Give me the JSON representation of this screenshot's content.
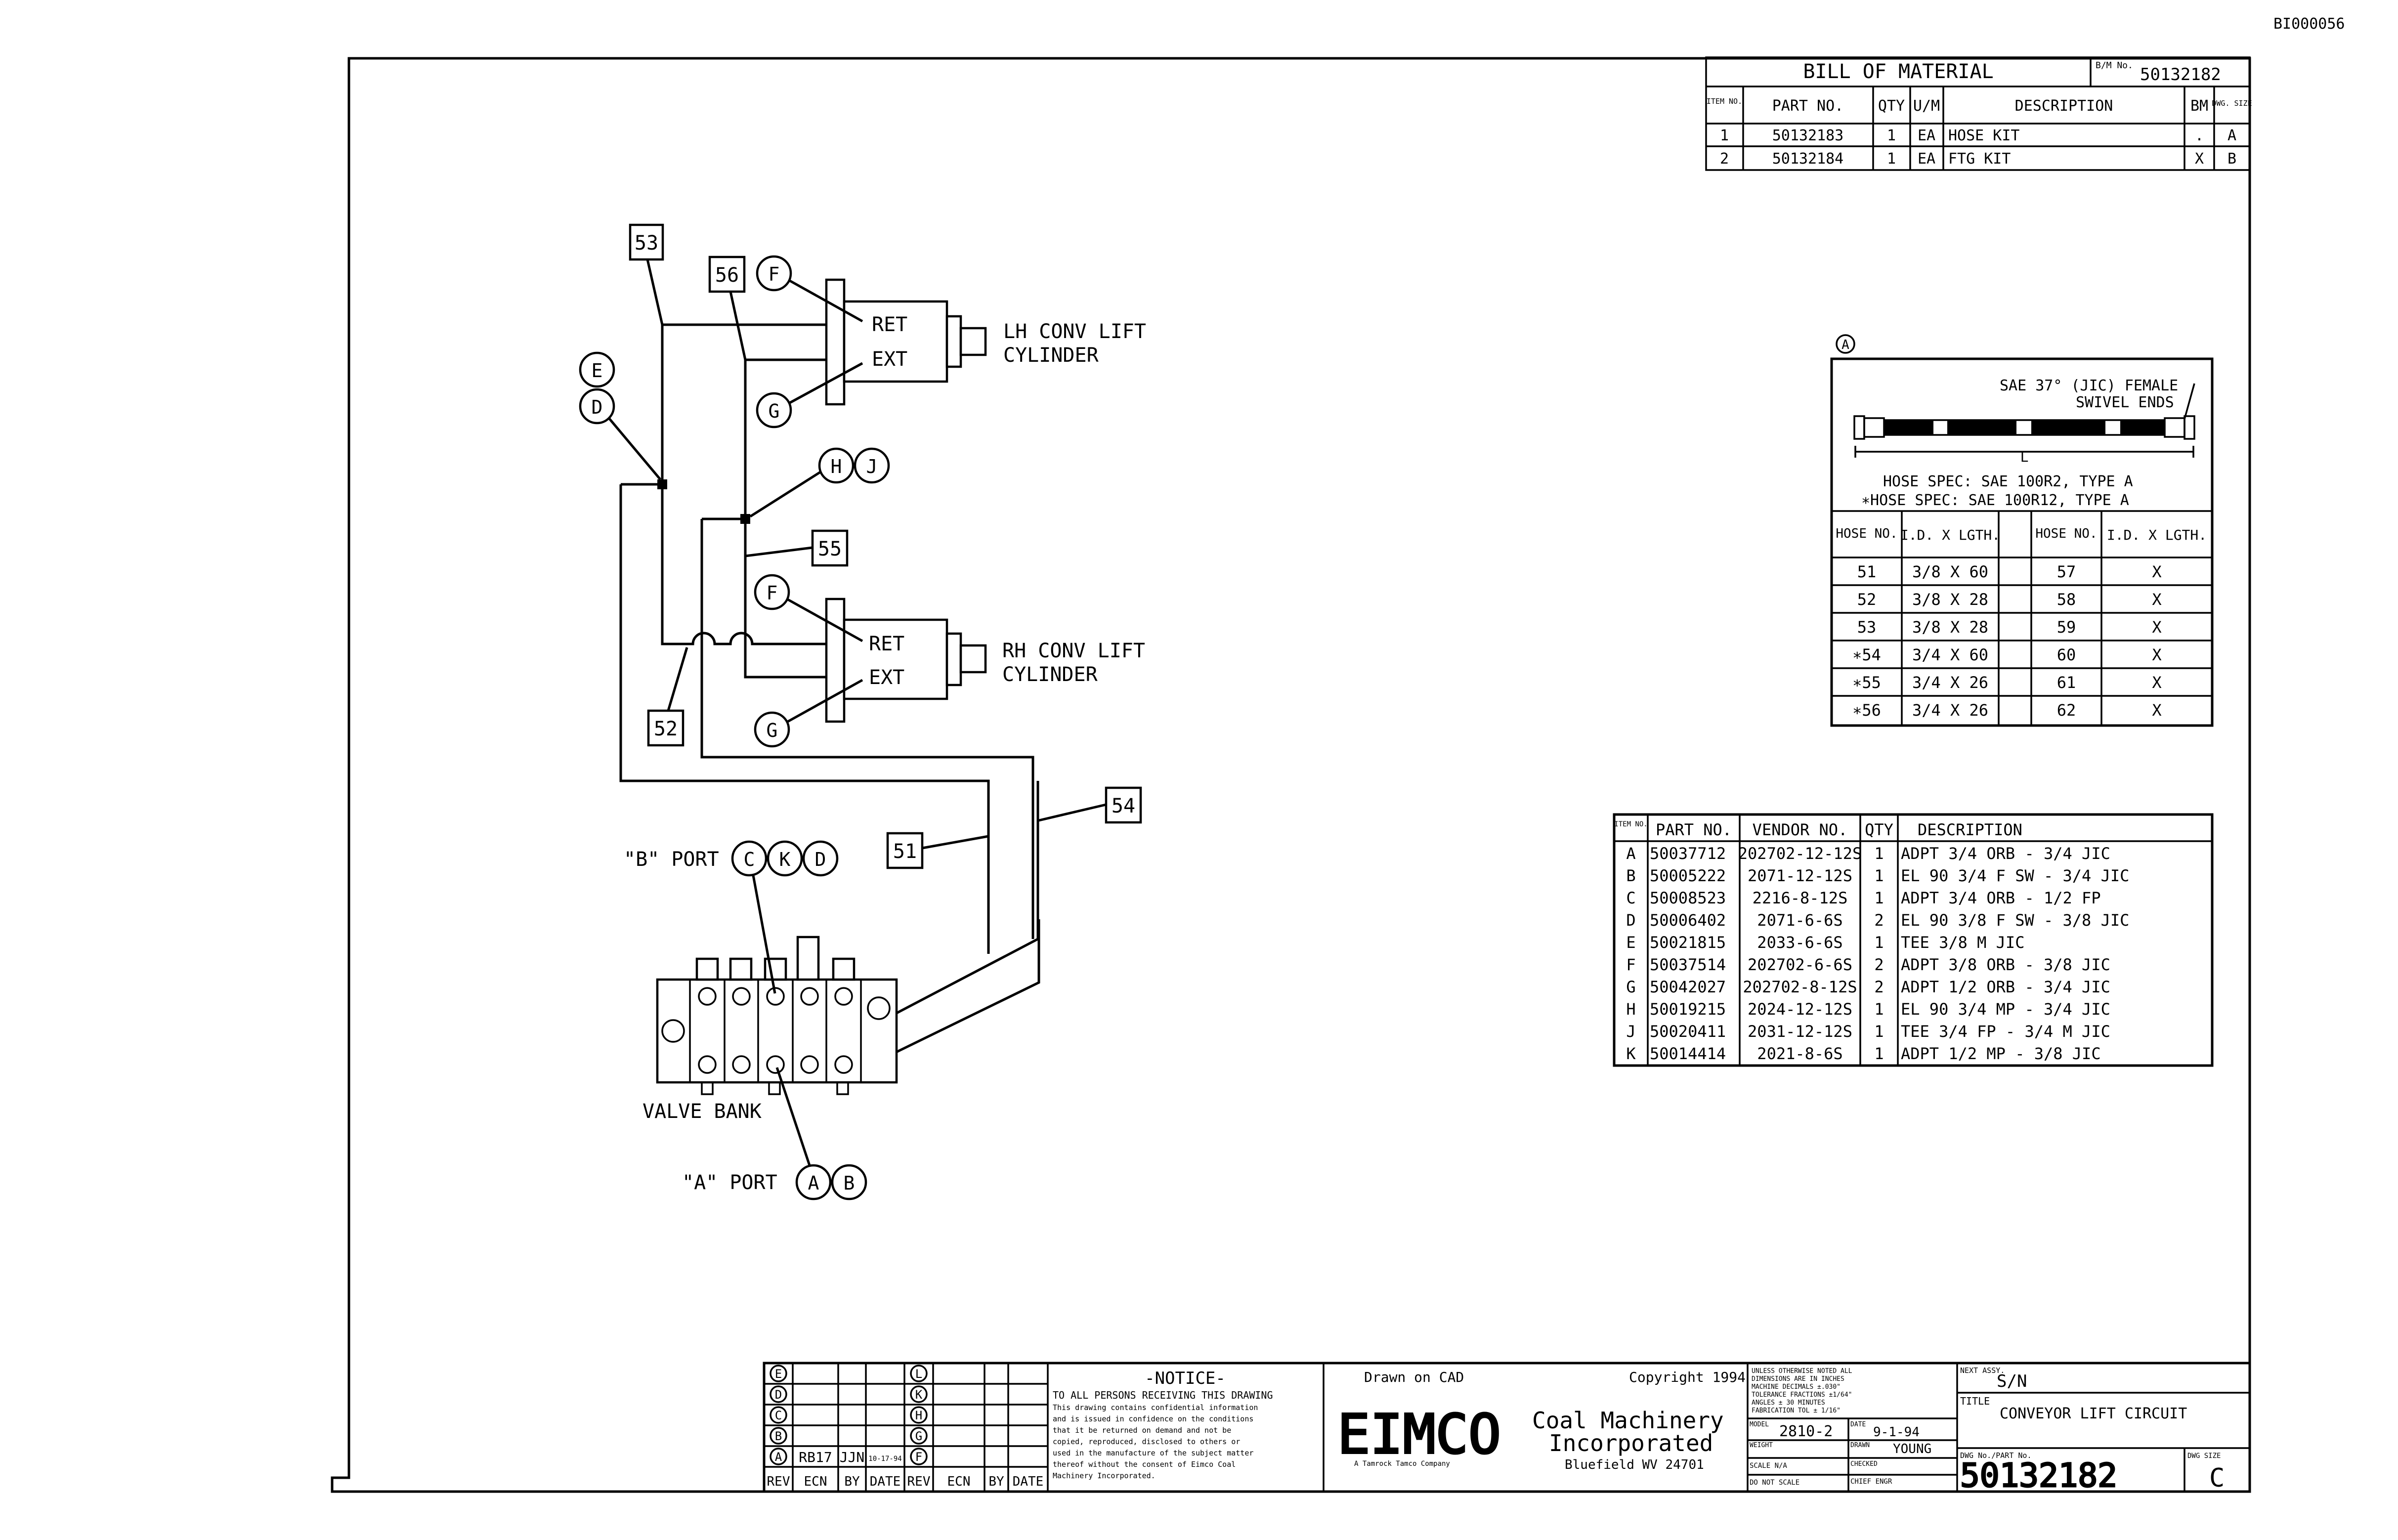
{
  "doc_id": "BI000056",
  "bom": {
    "title": "BILL OF MATERIAL",
    "bm_no_label": "B/M No.",
    "bm_no": "50132182",
    "headers": [
      "ITEM NO.",
      "PART NO.",
      "QTY",
      "U/M",
      "DESCRIPTION",
      "BM",
      "DWG. SIZE"
    ],
    "rows": [
      [
        "1",
        "50132183",
        "1",
        "EA",
        "HOSE KIT",
        ".",
        "A"
      ],
      [
        "2",
        "50132184",
        "1",
        "EA",
        "FTG KIT",
        "X",
        "B"
      ]
    ]
  },
  "labels": {
    "lh_cyl_1": "LH CONV LIFT",
    "lh_cyl_2": "CYLINDER",
    "rh_cyl_1": "RH CONV LIFT",
    "rh_cyl_2": "CYLINDER",
    "ret": "RET",
    "ext": "EXT",
    "b_port": "\"B\" PORT",
    "a_port": "\"A\" PORT",
    "valve_bank": "VALVE BANK"
  },
  "hose_tags": [
    "53",
    "56",
    "55",
    "52",
    "54",
    "51"
  ],
  "fitting_tags": [
    "F",
    "G",
    "E",
    "D",
    "H",
    "J",
    "F",
    "G",
    "C",
    "K",
    "D",
    "A",
    "B"
  ],
  "hose_detail": {
    "marker": "A",
    "swivel_note_1": "SAE 37° (JIC) FEMALE",
    "swivel_note_2": "SWIVEL ENDS",
    "length_label": "L",
    "spec_1": "HOSE SPEC: SAE 100R2, TYPE A",
    "spec_2": "∗HOSE SPEC: SAE 100R12, TYPE A",
    "headers": [
      "HOSE NO.",
      "I.D. X LGTH.",
      "HOSE NO.",
      "I.D. X LGTH."
    ],
    "rows": [
      [
        "51",
        "3/8 X 60",
        "57",
        "X"
      ],
      [
        "52",
        "3/8 X 28",
        "58",
        "X"
      ],
      [
        "53",
        "3/8 X 28",
        "59",
        "X"
      ],
      [
        "∗54",
        "3/4 X 60",
        "60",
        "X"
      ],
      [
        "∗55",
        "3/4 X 26",
        "61",
        "X"
      ],
      [
        "∗56",
        "3/4 X 26",
        "62",
        "X"
      ]
    ]
  },
  "fittings": {
    "headers": [
      "ITEM NO.",
      "PART NO.",
      "VENDOR NO.",
      "QTY",
      "DESCRIPTION"
    ],
    "rows": [
      [
        "A",
        "50037712",
        "202702-12-12S",
        "1",
        "ADPT 3/4 ORB - 3/4 JIC"
      ],
      [
        "B",
        "50005222",
        "2071-12-12S",
        "1",
        "EL 90 3/4 F SW - 3/4 JIC"
      ],
      [
        "C",
        "50008523",
        "2216-8-12S",
        "1",
        "ADPT 3/4 ORB - 1/2 FP"
      ],
      [
        "D",
        "50006402",
        "2071-6-6S",
        "2",
        "EL 90 3/8 F SW - 3/8 JIC"
      ],
      [
        "E",
        "50021815",
        "2033-6-6S",
        "1",
        "TEE 3/8 M JIC"
      ],
      [
        "F",
        "50037514",
        "202702-6-6S",
        "2",
        "ADPT 3/8 ORB - 3/8 JIC"
      ],
      [
        "G",
        "50042027",
        "202702-8-12S",
        "2",
        "ADPT 1/2 ORB - 3/4 JIC"
      ],
      [
        "H",
        "50019215",
        "2024-12-12S",
        "1",
        "EL 90 3/4 MP - 3/4 JIC"
      ],
      [
        "J",
        "50020411",
        "2031-12-12S",
        "1",
        "TEE 3/4 FP - 3/4 M JIC"
      ],
      [
        "K",
        "50014414",
        "2021-8-6S",
        "1",
        "ADPT 1/2 MP - 3/8 JIC"
      ]
    ]
  },
  "title_block": {
    "rev_letters_left": [
      "E",
      "D",
      "C",
      "B",
      "A"
    ],
    "rev_letters_right": [
      "L",
      "K",
      "H",
      "G",
      "F"
    ],
    "rev_a_ecn": "RB17",
    "rev_a_by": "JJN",
    "rev_a_date": "10-17-94",
    "rev_headers": [
      "REV",
      "ECN",
      "BY",
      "DATE",
      "REV",
      "ECN",
      "BY",
      "DATE"
    ],
    "notice_title": "-NOTICE-",
    "notice_lines": [
      "TO ALL PERSONS RECEIVING THIS DRAWING",
      "This drawing contains confidential information",
      "and is issued in confidence on the conditions",
      "that it be returned on demand and not be",
      "copied, reproduced, disclosed to others or",
      "used in the manufacture of the subject matter",
      "thereof without the consent of Eimco Coal",
      "Machinery Incorporated."
    ],
    "drawn_on": "Drawn on CAD",
    "copyright": "Copyright 1994",
    "logo": "EIMCO",
    "company_1": "Coal Machinery",
    "company_2": "Incorporated",
    "company_3": "Bluefield WV 24701",
    "subsidiary": "A Tamrock Tamco Company",
    "tol_lines": [
      "UNLESS OTHERWISE NOTED ALL",
      "DIMENSIONS ARE IN INCHES",
      "MACHINE   DECIMALS ±.030\"",
      "TOLERANCE  FRACTIONS ±1/64\"",
      "           ANGLES ± 30 MINUTES",
      "FABRICATION TOL ± 1/16\""
    ],
    "model_label": "MODEL",
    "model": "2810-2",
    "date_label": "DATE",
    "date": "9-1-94",
    "weight_label": "WEIGHT",
    "drawn_label": "DRAWN",
    "drawn_by": "YOUNG",
    "scale_label": "SCALE N/A",
    "checked_label": "CHECKED",
    "dns": "DO NOT SCALE",
    "chief_label": "CHIEF ENGR",
    "next_assy_label": "NEXT ASSY.",
    "next_assy": "S/N",
    "title_label": "TITLE",
    "title": "CONVEYOR LIFT CIRCUIT",
    "dwg_label": "DWG No./PART No.",
    "dwg_no": "50132182",
    "size_label": "DWG SIZE",
    "size": "C"
  }
}
